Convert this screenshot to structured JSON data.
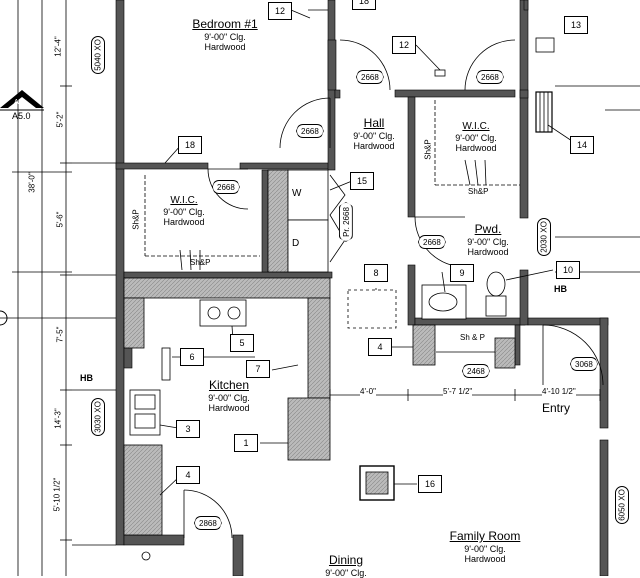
{
  "rooms": {
    "bedroom1": {
      "name": "Bedroom #1",
      "ceiling": "9'-00\" Clg.",
      "floor": "Hardwood"
    },
    "hall": {
      "name": "Hall",
      "ceiling": "9'-00\" Clg.",
      "floor": "Hardwood"
    },
    "wic_right": {
      "name": "W.I.C.",
      "ceiling": "9'-00\" Clg.",
      "floor": "Hardwood"
    },
    "wic_left": {
      "name": "W.I.C.",
      "ceiling": "9'-00\" Clg.",
      "floor": "Hardwood"
    },
    "pwd": {
      "name": "Pwd.",
      "ceiling": "9'-00\" Clg.",
      "floor": "Hardwood"
    },
    "kitchen": {
      "name": "Kitchen",
      "ceiling": "9'-00\" Clg.",
      "floor": "Hardwood"
    },
    "entry": {
      "name": "Entry"
    },
    "family": {
      "name": "Family Room",
      "ceiling": "9'-00\" Clg.",
      "floor": "Hardwood"
    },
    "dining": {
      "name": "Dining",
      "ceiling": "9'-00\" Clg."
    }
  },
  "tags": [
    "12",
    "18",
    "13",
    "12",
    "14",
    "18",
    "15",
    "8",
    "9",
    "10",
    "6",
    "5",
    "7",
    "4",
    "3",
    "1",
    "4",
    "16"
  ],
  "doors": [
    "2668",
    "2668",
    "2668",
    "2668",
    "2668",
    "2668",
    "2468",
    "3068",
    "2868"
  ],
  "door_vertical": "Pr. 2668",
  "windows": [
    "5040 XO",
    "3030 XO",
    "2030 XO",
    "6050 XO"
  ],
  "labels": {
    "shp_wic_right_vert": "Sh&P",
    "shp_wic_right_horiz": "Sh&P",
    "shp_wic_left_vert": "Sh&P",
    "shp_wic_left_horiz": "Sh&P",
    "shp_hall_closet": "Sh & P",
    "washer": "W",
    "dryer": "D",
    "hb_right": "HB",
    "hb_left": "HB",
    "section_mark": "A-A",
    "section_sheet": "A5.0"
  },
  "dimensions": {
    "left_vertical": [
      "12'-4\"",
      "5'-2\"",
      "5'-6\"",
      "7'-5\"",
      "14'-3\"",
      "5'-10 1/2\""
    ],
    "overall_vertical": "38'-0\"",
    "horizontal": [
      "4'-0\"",
      "5'-7 1/2\"",
      "4'-10 1/2\""
    ]
  }
}
